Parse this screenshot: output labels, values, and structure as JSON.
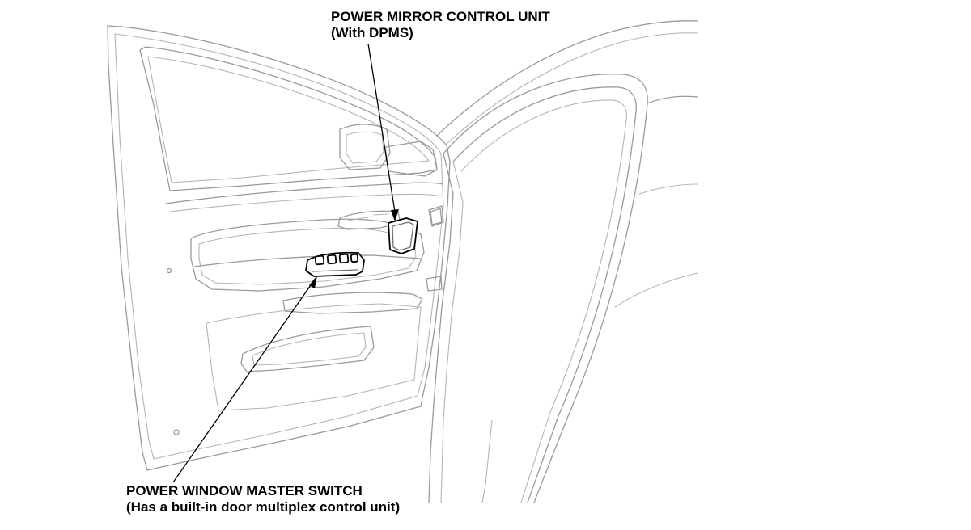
{
  "callouts": {
    "mirror_unit": {
      "line1": "POWER MIRROR CONTROL UNIT",
      "line2": "(With DPMS)"
    },
    "master_switch": {
      "line1": "POWER WINDOW MASTER SWITCH",
      "line2": "(Has a built-in door multiplex control unit)"
    }
  },
  "colors": {
    "outline": "#9a9a9a",
    "part_highlight": "#000000",
    "text": "#000000",
    "background": "#ffffff"
  }
}
